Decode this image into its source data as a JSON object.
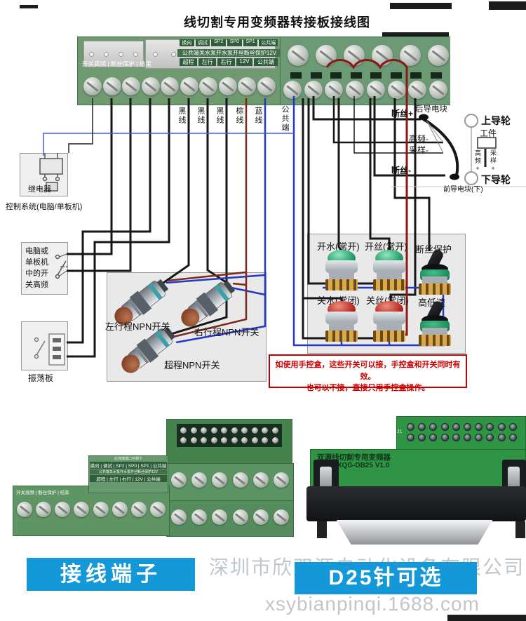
{
  "title": "线切割专用变频器转接板接线图",
  "terminal_board": {
    "row1_cells": [
      "换向",
      "调试",
      "SP2",
      "SP0",
      "SP1",
      "公共端"
    ],
    "row2_text": "公共端关水泵开水泵开丝断丝保护12V",
    "row3_left_text": "开关高频 | 断丝保护 | 结束",
    "row3_cells": [
      "超程",
      "左行",
      "右行",
      "12V",
      "公共端"
    ]
  },
  "wire_labels": {
    "black1": "黑线",
    "black2": "黑线",
    "black3": "黑线",
    "brown": "棕线",
    "blue": "蓝线",
    "common": "公共端"
  },
  "left_column": {
    "relay_label": "继电器",
    "control_system_label": "控制系统(电脑/单板机)",
    "hf_switch_lines": [
      "电脑或",
      "单板机",
      "中的开",
      "关高频"
    ],
    "oscillator_label": "振荡板"
  },
  "electrode_area": {
    "duansi_plus": "断丝+",
    "rear_block": "后导电块",
    "upper_wheel": "上导轮",
    "workpiece": "工件",
    "gaopin_minus": "高频-",
    "caiyang_minus": "采样-",
    "gaopin_plus": "高频+",
    "caiyang_plus": "采样+",
    "duansi_minus": "断丝-",
    "front_block": "前导电块(下)",
    "lower_wheel": "下导轮"
  },
  "npn_switches": {
    "left": "左行程NPN开关",
    "right": "右行程NPN开关",
    "over": "超程NPN开关"
  },
  "buttons": {
    "kai_shui": "开水(常开)",
    "kai_si": "开丝(常开)",
    "duan_si_bao_hu": "断丝保护",
    "guan_shui": "关水(常闭)",
    "guan_si": "关丝(常闭)",
    "gao_di_su": "高低速"
  },
  "warning": {
    "line1": "如使用手控盒，这些开关可以接，手控盒和开关同时有效。",
    "line2": "也可以不接，直接只用手控盒操作。"
  },
  "photos": {
    "small_board_note": "此连接端口可朝下",
    "small_row1": "换向 | 调试 | SP2 | SP0 | SP1 | 公共端",
    "small_row2": "公共端关水泵开水泵开丝断丝保护12V",
    "small_row3": "超程 | 左行 | 右行 | 12V | 公共端",
    "small_row3_left": "开关高频 | 断丝保护 | 结束",
    "d25_silk_line1": "双源线切割专用变频器",
    "d25_silk_line2": "XSY-XQG-DB25 V1.0",
    "j1_label": "J1"
  },
  "banners": {
    "left": "接线端子",
    "right": "D25针可选"
  },
  "watermark": {
    "company": "深圳市欣双源自动化设备有限公司",
    "url": "xsybianpinqi.1688.com"
  },
  "colors": {
    "banner_blue": "#1498d8",
    "warning_red": "#cc0000",
    "wire_maroon": "#8c1717",
    "wire_blue": "#2438c8",
    "board_green": "#6f9a70"
  }
}
